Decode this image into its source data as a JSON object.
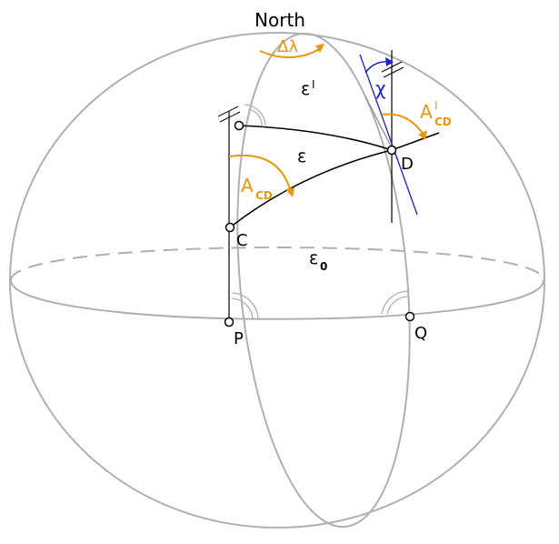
{
  "labels": {
    "north": "North",
    "delta_lambda": "Δλ",
    "epsilon_prime": "ε",
    "epsilon_prime_mark": "I",
    "epsilon": "ε",
    "epsilon_0": "ε",
    "epsilon_0_sub": "0",
    "chi": "χ",
    "a_cd_prime": "A",
    "a_cd_prime_mark": "I",
    "a_cd_prime_sub": "CD",
    "a_cd": "A",
    "a_cd_sub": "CD",
    "point_c": "C",
    "point_d": "D",
    "point_p": "P",
    "point_q": "Q"
  },
  "colors": {
    "sphere": "#b0b0b0",
    "line": "#000000",
    "angle_orange": "#e8960c",
    "angle_blue": "#1a22c8",
    "text": "#000000"
  }
}
